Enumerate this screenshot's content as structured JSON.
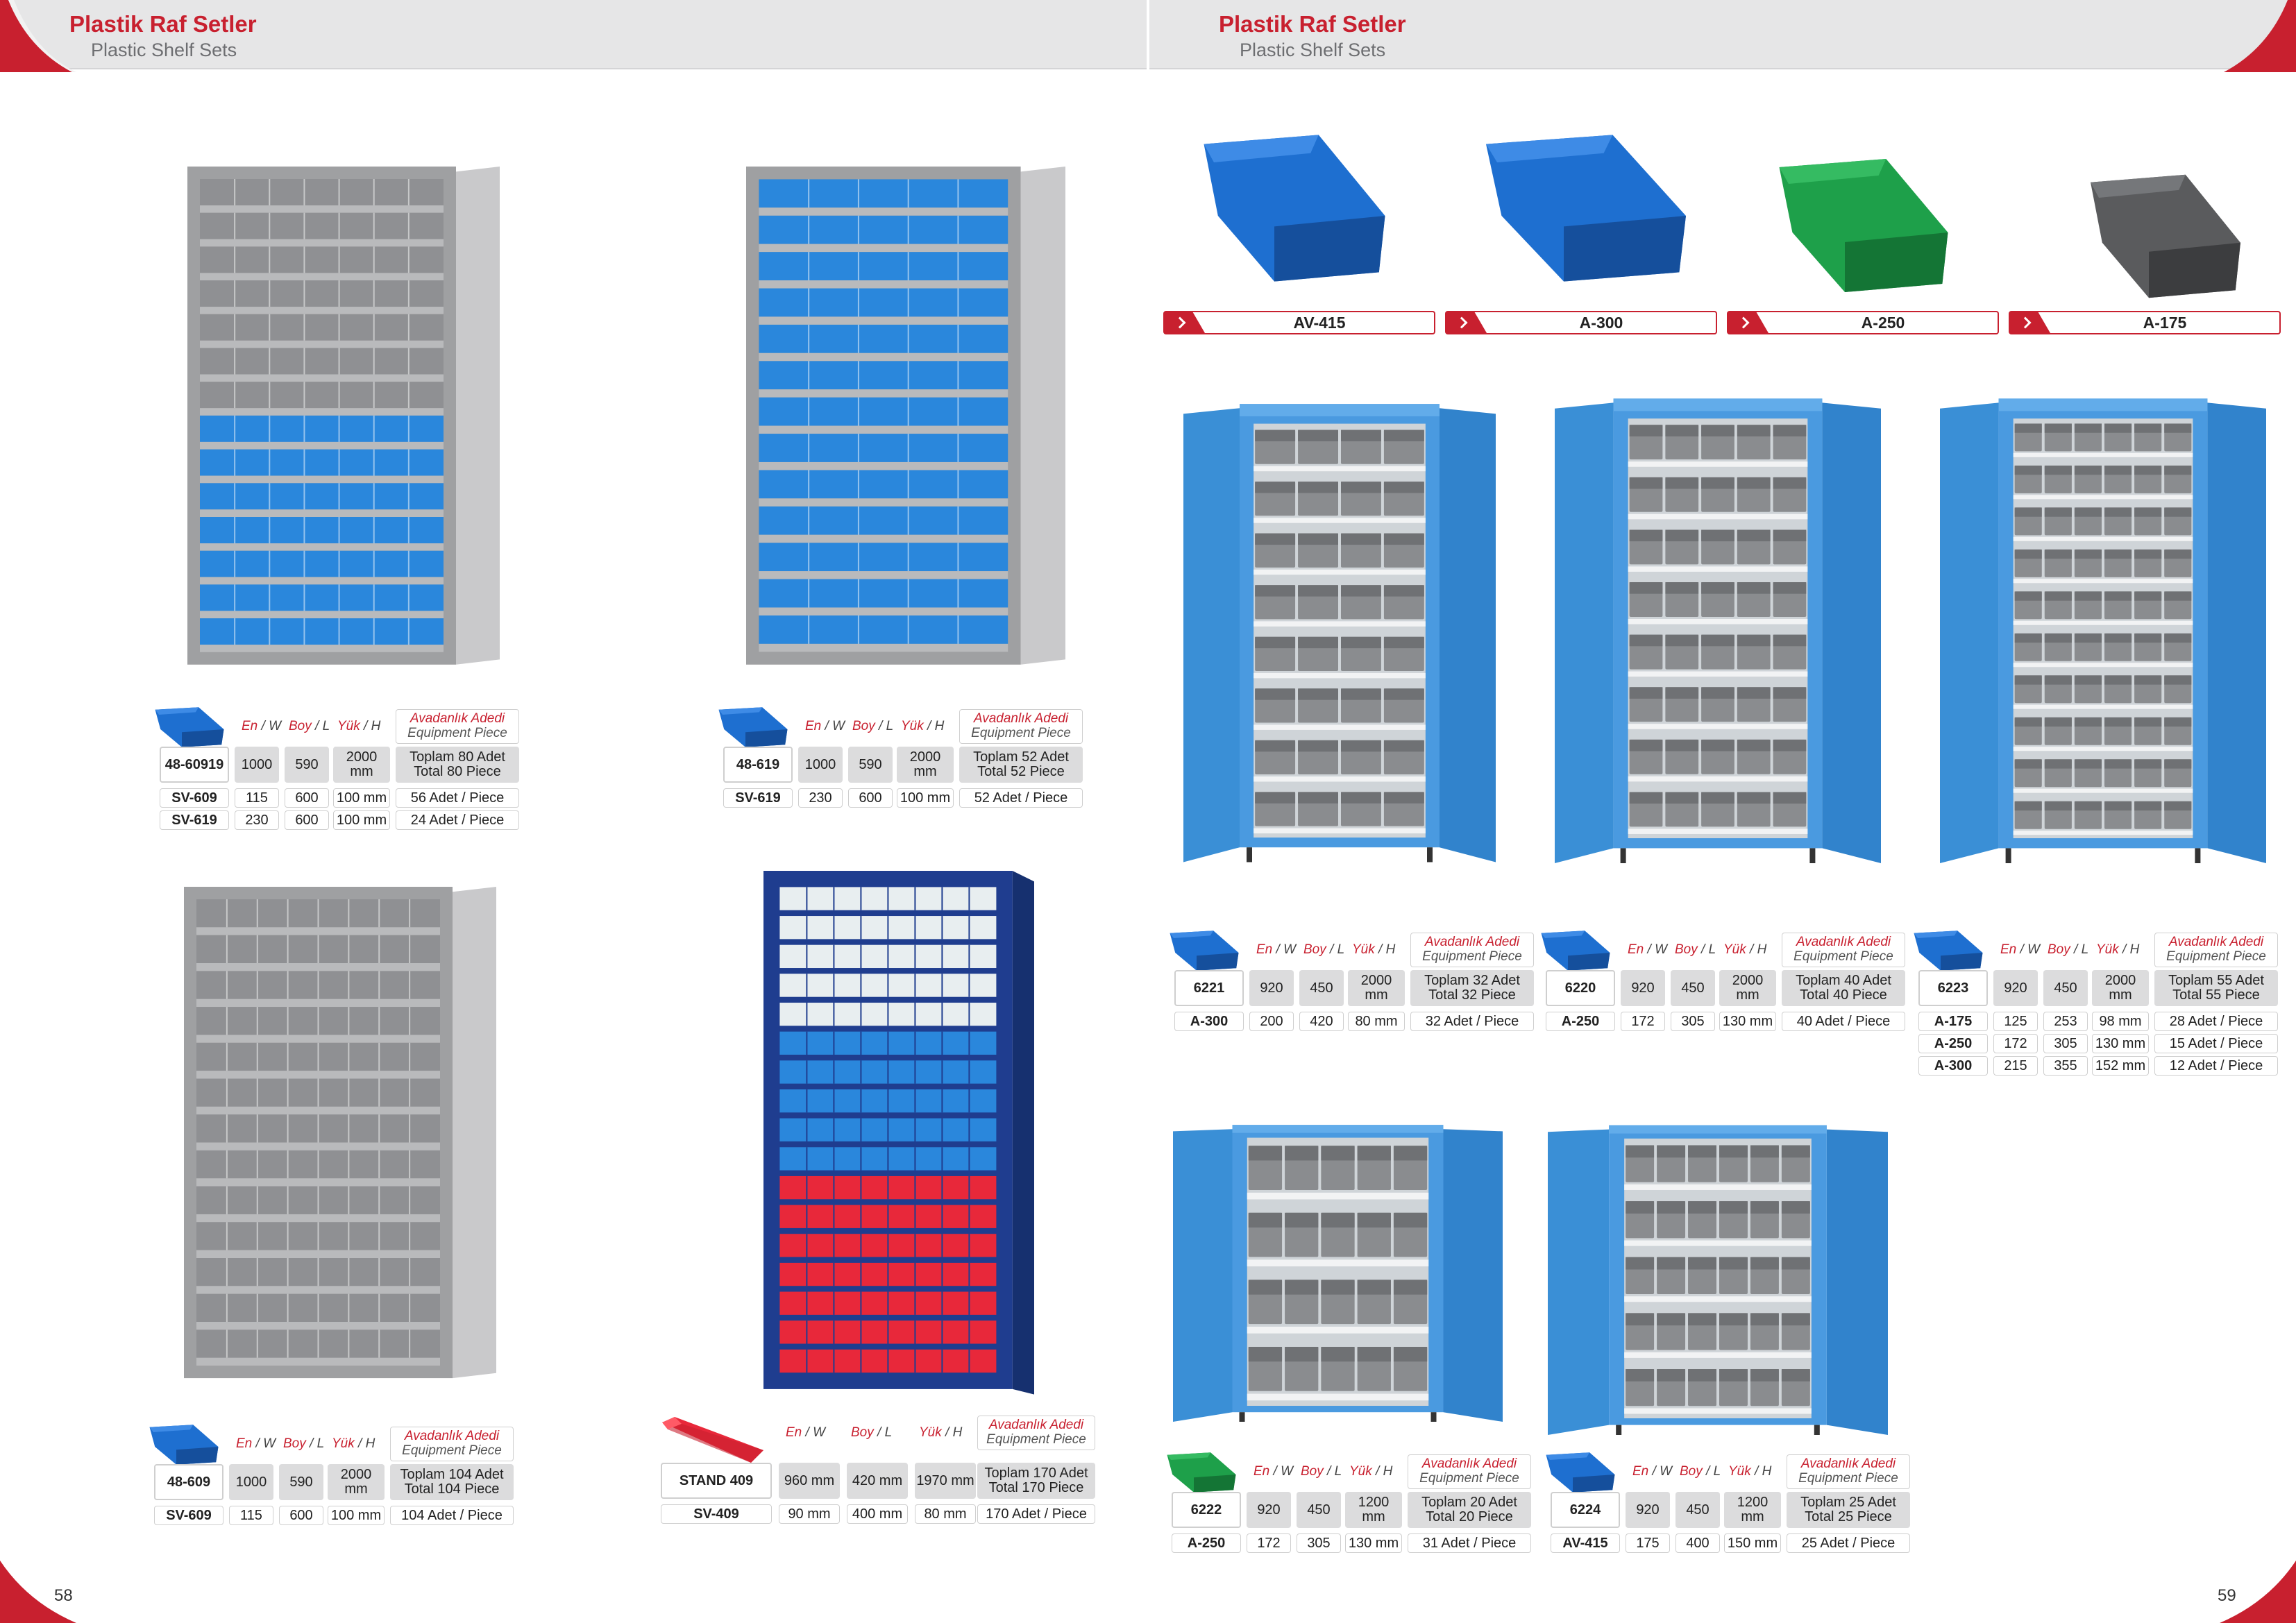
{
  "header": {
    "left_title": "Plastik Raf Setler",
    "left_subtitle": "Plastic Shelf Sets",
    "right_title": "Plastik Raf Setler",
    "right_subtitle": "Plastic Shelf Sets"
  },
  "page_numbers": {
    "left": "58",
    "right": "59"
  },
  "colors": {
    "accent": "#c8202f",
    "bin_blue": "#1e6fd0",
    "bin_green": "#1ea04a",
    "bin_gray": "#5a5b5d",
    "cabinet_blue": "#3a8fd6"
  },
  "column_headers": {
    "width": {
      "tr": "En",
      "en": "W"
    },
    "length": {
      "tr": "Boy",
      "en": "L"
    },
    "height": {
      "tr": "Yük",
      "en": "H"
    },
    "equipment": {
      "tr": "Avadanlık Adedi",
      "en": "Equipment Piece"
    },
    "sep": " / "
  },
  "bins": [
    {
      "code": "AV-415",
      "color": "blue"
    },
    {
      "code": "A-300",
      "color": "blue"
    },
    {
      "code": "A-250",
      "color": "green"
    },
    {
      "code": "A-175",
      "color": "gray"
    }
  ],
  "tables": {
    "t1": {
      "main": {
        "code": "48-60919",
        "w": "1000",
        "l": "590",
        "h": "2000 mm",
        "total_tr": "Toplam 80 Adet",
        "total_en": "Total 80 Piece"
      },
      "rows": [
        {
          "code": "SV-609",
          "w": "115",
          "l": "600",
          "h": "100 mm",
          "pieces": "56 Adet / Piece"
        },
        {
          "code": "SV-619",
          "w": "230",
          "l": "600",
          "h": "100 mm",
          "pieces": "24 Adet / Piece"
        }
      ]
    },
    "t2": {
      "main": {
        "code": "48-619",
        "w": "1000",
        "l": "590",
        "h": "2000 mm",
        "total_tr": "Toplam 52 Adet",
        "total_en": "Total 52 Piece"
      },
      "rows": [
        {
          "code": "SV-619",
          "w": "230",
          "l": "600",
          "h": "100 mm",
          "pieces": "52 Adet / Piece"
        }
      ]
    },
    "t3": {
      "main": {
        "code": "48-609",
        "w": "1000",
        "l": "590",
        "h": "2000 mm",
        "total_tr": "Toplam 104 Adet",
        "total_en": "Total 104 Piece"
      },
      "rows": [
        {
          "code": "SV-609",
          "w": "115",
          "l": "600",
          "h": "100 mm",
          "pieces": "104 Adet / Piece"
        }
      ]
    },
    "t4": {
      "main": {
        "code": "STAND 409",
        "w": "960 mm",
        "l": "420 mm",
        "h": "1970 mm",
        "total_tr": "Toplam 170 Adet",
        "total_en": "Total 170 Piece"
      },
      "rows": [
        {
          "code": "SV-409",
          "w": "90 mm",
          "l": "400 mm",
          "h": "80 mm",
          "pieces": "170 Adet / Piece"
        }
      ]
    },
    "t5": {
      "main": {
        "code": "6221",
        "w": "920",
        "l": "450",
        "h": "2000 mm",
        "total_tr": "Toplam 32 Adet",
        "total_en": "Total 32 Piece"
      },
      "rows": [
        {
          "code": "A-300",
          "w": "200",
          "l": "420",
          "h": "80 mm",
          "pieces": "32 Adet / Piece"
        }
      ]
    },
    "t6": {
      "main": {
        "code": "6220",
        "w": "920",
        "l": "450",
        "h": "2000 mm",
        "total_tr": "Toplam 40 Adet",
        "total_en": "Total 40 Piece"
      },
      "rows": [
        {
          "code": "A-250",
          "w": "172",
          "l": "305",
          "h": "130 mm",
          "pieces": "40 Adet / Piece"
        }
      ]
    },
    "t7": {
      "main": {
        "code": "6223",
        "w": "920",
        "l": "450",
        "h": "2000 mm",
        "total_tr": "Toplam 55 Adet",
        "total_en": "Total 55 Piece"
      },
      "rows": [
        {
          "code": "A-175",
          "w": "125",
          "l": "253",
          "h": "98 mm",
          "pieces": "28 Adet / Piece"
        },
        {
          "code": "A-250",
          "w": "172",
          "l": "305",
          "h": "130 mm",
          "pieces": "15 Adet / Piece"
        },
        {
          "code": "A-300",
          "w": "215",
          "l": "355",
          "h": "152 mm",
          "pieces": "12 Adet / Piece"
        }
      ]
    },
    "t8": {
      "main": {
        "code": "6222",
        "w": "920",
        "l": "450",
        "h": "1200 mm",
        "total_tr": "Toplam 20 Adet",
        "total_en": "Total 20 Piece"
      },
      "rows": [
        {
          "code": "A-250",
          "w": "172",
          "l": "305",
          "h": "130 mm",
          "pieces": "31 Adet / Piece"
        }
      ]
    },
    "t9": {
      "main": {
        "code": "6224",
        "w": "920",
        "l": "450",
        "h": "1200 mm",
        "total_tr": "Toplam 25 Adet",
        "total_en": "Total 25 Piece"
      },
      "rows": [
        {
          "code": "AV-415",
          "w": "175",
          "l": "400",
          "h": "150 mm",
          "pieces": "25 Adet / Piece"
        }
      ]
    }
  }
}
